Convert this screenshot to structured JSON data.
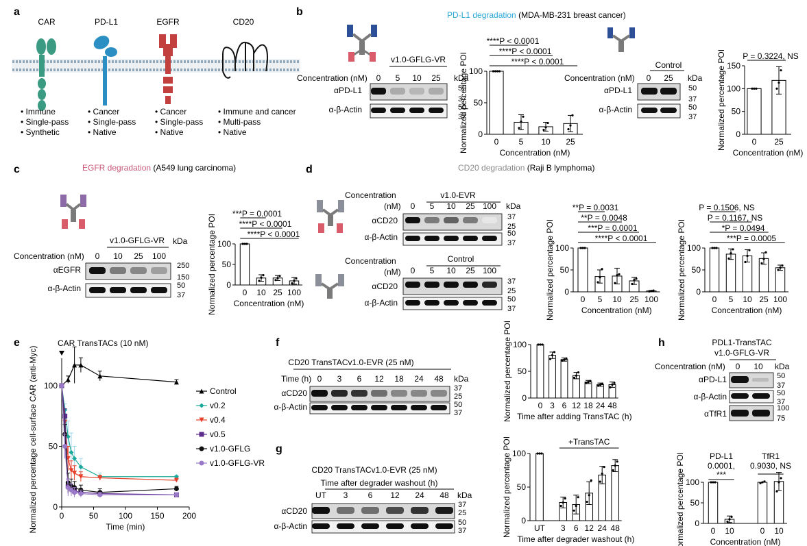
{
  "panels": {
    "a": {
      "letter": "a",
      "proteins": [
        {
          "name": "CAR",
          "props": [
            "Immune",
            "Single-pass",
            "Synthetic"
          ]
        },
        {
          "name": "PD-L1",
          "props": [
            "Cancer",
            "Single-pass",
            "Native"
          ]
        },
        {
          "name": "EGFR",
          "props": [
            "Cancer",
            "Single-pass",
            "Native"
          ]
        },
        {
          "name": "CD20",
          "props": [
            "Immune and cancer",
            "Multi-pass",
            "Native"
          ]
        }
      ]
    },
    "b": {
      "letter": "b",
      "title_colored": "PD-L1 degradation",
      "title_rest": "(MDA-MB-231 breast cancer)",
      "group": "v1.0-GFLG-VR",
      "conc_label": "Concentration (nM)",
      "kda": "kDa",
      "lanes": [
        "0",
        "5",
        "10",
        "25"
      ],
      "rows": [
        "αPD-L1",
        "α-β-Actin"
      ],
      "markers": [
        "50",
        "37",
        "50",
        "37"
      ],
      "control_group": "Control",
      "control_lanes": [
        "0",
        "25"
      ]
    },
    "c": {
      "letter": "c",
      "title_colored": "EGFR degradation",
      "title_rest": "(A549 lung carcinoma)",
      "group": "v1.0-GFLG-VR",
      "conc_label": "Concentration (nM)",
      "kda": "kDa",
      "lanes": [
        "0",
        "10",
        "25",
        "100"
      ],
      "rows": [
        "αEGFR",
        "α-β-Actin"
      ],
      "markers": [
        "250",
        "150",
        "50",
        "37"
      ]
    },
    "d": {
      "letter": "d",
      "title_colored": "CD20 degradation",
      "title_rest": "(Raji B lymphoma)",
      "conc_label1": "Concentration",
      "conc_label2": "(nM)",
      "group": "v1.0-EVR",
      "control_group": "Control",
      "kda": "kDa",
      "lanes": [
        "0",
        "5",
        "10",
        "25",
        "100"
      ],
      "rows": [
        "αCD20",
        "α-β-Actin"
      ],
      "markers": [
        "37",
        "25",
        "50",
        "37"
      ]
    },
    "e": {
      "letter": "e",
      "title": "CAR TransTACs (10 nM)"
    },
    "f": {
      "letter": "f",
      "header": "CD20 TransTACv1.0-EVR (25 nM)",
      "time_label": "Time (h)",
      "kda": "kDa",
      "lanes": [
        "0",
        "3",
        "6",
        "12",
        "18",
        "24",
        "48"
      ],
      "rows": [
        "αCD20",
        "α-β-Actin"
      ],
      "markers": [
        "37",
        "25",
        "50",
        "37"
      ]
    },
    "g": {
      "letter": "g",
      "header": "CD20 TransTACv1.0-EVR (25 nM)",
      "time_label": "Time after degrader washout (h)",
      "kda": "kDa",
      "lanes": [
        "UT",
        "3",
        "6",
        "12",
        "24",
        "48"
      ],
      "rows": [
        "αCD20",
        "α-β-Actin"
      ],
      "markers": [
        "37",
        "25",
        "50",
        "37"
      ]
    },
    "h": {
      "letter": "h",
      "header1": "PDL1-TransTAC",
      "header2": "v1.0-GFLG-VR",
      "conc_label": "Concentration (nM)",
      "kda": "kDa",
      "lanes": [
        "0",
        "10"
      ],
      "rows": [
        "αPD-L1",
        "α-β-Actin",
        "αTfR1"
      ],
      "markers": [
        "50",
        "37",
        "50",
        "37",
        "100",
        "75"
      ]
    }
  },
  "chart_data": [
    {
      "id": "b1",
      "type": "bar",
      "categories": [
        "0",
        "5",
        "10",
        "25"
      ],
      "values": [
        100,
        19,
        12,
        17
      ],
      "errors": [
        0,
        12,
        7,
        13
      ],
      "points": [
        [
          100,
          100,
          100,
          100
        ],
        [
          10,
          20,
          28
        ],
        [
          7,
          11,
          18
        ],
        [
          8,
          14,
          30
        ]
      ],
      "ylabel": "Normalized percentage POI",
      "xlabel": "Concentration (nM)",
      "ylim": [
        0,
        100
      ],
      "yticks": [
        0,
        50,
        100
      ],
      "annotations": [
        {
          "text": "****P < 0.0001",
          "from": 0,
          "to": 1
        },
        {
          "text": "****P < 0.0001",
          "from": 0,
          "to": 2
        },
        {
          "text": "****P < 0.0001",
          "from": 0,
          "to": 3
        }
      ]
    },
    {
      "id": "b2",
      "type": "bar",
      "categories": [
        "0",
        "25"
      ],
      "values": [
        100,
        118
      ],
      "errors": [
        0,
        30
      ],
      "points": [
        [
          100,
          100,
          100
        ],
        [
          100,
          113,
          140
        ]
      ],
      "ylabel": "Normalized percentage POI",
      "xlabel": "Concentration (nM)",
      "ylim": [
        0,
        150
      ],
      "yticks": [
        0,
        50,
        100,
        150
      ],
      "annotations": [
        {
          "text": "P = 0.3224, NS",
          "from": 0,
          "to": 1
        }
      ]
    },
    {
      "id": "c1",
      "type": "bar",
      "categories": [
        "0",
        "10",
        "25",
        "100"
      ],
      "values": [
        100,
        17,
        17,
        10
      ],
      "errors": [
        0,
        8,
        6,
        8
      ],
      "points": [
        [
          100,
          100,
          100
        ],
        [
          10,
          18,
          24
        ],
        [
          12,
          17,
          22
        ],
        [
          4,
          10,
          16
        ]
      ],
      "ylabel": "Normalized percentage POI",
      "xlabel": "Concentration (nM)",
      "ylim": [
        0,
        100
      ],
      "yticks": [
        0,
        50,
        100
      ],
      "annotations": [
        {
          "text": "***P = 0.0001",
          "from": 0,
          "to": 1
        },
        {
          "text": "****P < 0.0001",
          "from": 0,
          "to": 2
        },
        {
          "text": "****P < 0.0001",
          "from": 0,
          "to": 3
        }
      ]
    },
    {
      "id": "d1",
      "type": "bar",
      "categories": [
        "0",
        "5",
        "10",
        "25",
        "100"
      ],
      "values": [
        100,
        35,
        36,
        25,
        2
      ],
      "errors": [
        0,
        15,
        18,
        8,
        1
      ],
      "points": [
        [
          100,
          100,
          100
        ],
        [
          22,
          33,
          52
        ],
        [
          20,
          38,
          40
        ],
        [
          18,
          27,
          30
        ],
        [
          1,
          2,
          3
        ]
      ],
      "ylabel": "Normalized percentage POI",
      "xlabel": "Concentration (nM)",
      "ylim": [
        0,
        100
      ],
      "yticks": [
        0,
        50,
        100
      ],
      "annotations": [
        {
          "text": "**P = 0.0031",
          "from": 0,
          "to": 1
        },
        {
          "text": "**P = 0.0048",
          "from": 0,
          "to": 2
        },
        {
          "text": "***P = 0.0001",
          "from": 0,
          "to": 3
        },
        {
          "text": "****P < 0.0001",
          "from": 0,
          "to": 4
        }
      ]
    },
    {
      "id": "d2",
      "type": "bar",
      "categories": [
        "0",
        "5",
        "10",
        "25",
        "100"
      ],
      "values": [
        100,
        86,
        82,
        76,
        55
      ],
      "errors": [
        0,
        12,
        14,
        13,
        6
      ],
      "points": [
        [
          100,
          100,
          100
        ],
        [
          76,
          88,
          97
        ],
        [
          68,
          82,
          95
        ],
        [
          65,
          75,
          90
        ],
        [
          50,
          55,
          60
        ]
      ],
      "ylabel": "Normalized percentage POI",
      "xlabel": "Concentration (nM)",
      "ylim": [
        0,
        100
      ],
      "yticks": [
        0,
        50,
        100
      ],
      "annotations": [
        {
          "text": "P = 0.1506, NS",
          "from": 0,
          "to": 1
        },
        {
          "text": "P = 0.1167, NS",
          "from": 0,
          "to": 2
        },
        {
          "text": "*P = 0.0494",
          "from": 0,
          "to": 3
        },
        {
          "text": "***P = 0.0005",
          "from": 0,
          "to": 4
        }
      ]
    },
    {
      "id": "e",
      "type": "line",
      "xlabel": "Time (min)",
      "ylabel": "Normalized percentage cell-surface CAR (anti-Myc)",
      "xlim": [
        0,
        200
      ],
      "ylim": [
        0,
        100
      ],
      "xticks": [
        0,
        50,
        100,
        150,
        200
      ],
      "yticks": [
        0,
        50,
        100
      ],
      "series": [
        {
          "name": "Control",
          "color": "#000000",
          "marker": "triangle",
          "x": [
            0,
            10,
            20,
            30,
            60,
            180
          ],
          "y": [
            100,
            105,
            117,
            117,
            108,
            103
          ],
          "err": [
            0,
            3,
            15,
            6,
            4,
            2
          ]
        },
        {
          "name": "v0.2",
          "color": "#1aa89a",
          "marker": "diamond",
          "x": [
            0,
            5,
            10,
            15,
            20,
            30,
            60,
            180
          ],
          "y": [
            100,
            80,
            58,
            45,
            40,
            33,
            25,
            25
          ],
          "err": [
            0,
            5,
            13,
            16,
            10,
            7,
            3,
            1
          ]
        },
        {
          "name": "v0.4",
          "color": "#e8412c",
          "marker": "triangle-down",
          "x": [
            0,
            5,
            10,
            15,
            20,
            30,
            60,
            180
          ],
          "y": [
            100,
            70,
            40,
            30,
            28,
            25,
            24,
            22
          ],
          "err": [
            0,
            6,
            10,
            8,
            6,
            4,
            2,
            1
          ]
        },
        {
          "name": "v0.5",
          "color": "#5b2c8c",
          "marker": "square",
          "x": [
            0,
            5,
            10,
            15,
            20,
            30,
            60,
            180
          ],
          "y": [
            100,
            75,
            17,
            15,
            13,
            12,
            11,
            10
          ],
          "err": [
            0,
            6,
            6,
            4,
            3,
            3,
            2,
            1
          ]
        },
        {
          "name": "v1.0-GFLG",
          "color": "#111111",
          "marker": "circle",
          "x": [
            0,
            5,
            10,
            15,
            20,
            30,
            60,
            180
          ],
          "y": [
            100,
            60,
            20,
            17,
            16,
            14,
            12,
            15
          ],
          "err": [
            0,
            8,
            8,
            6,
            5,
            4,
            3,
            2
          ]
        },
        {
          "name": "v1.0-GFLG-VR",
          "color": "#9b79c9",
          "marker": "circle",
          "x": [
            0,
            5,
            10,
            15,
            20,
            30,
            60,
            180
          ],
          "y": [
            100,
            50,
            16,
            14,
            12,
            11,
            10,
            10
          ],
          "err": [
            0,
            10,
            7,
            5,
            4,
            3,
            2,
            1
          ]
        }
      ]
    },
    {
      "id": "f",
      "type": "bar",
      "categories": [
        "0",
        "3",
        "6",
        "12",
        "18",
        "24",
        "48"
      ],
      "values": [
        100,
        80,
        72,
        42,
        30,
        25,
        25
      ],
      "errors": [
        0,
        6,
        3,
        6,
        3,
        3,
        5
      ],
      "points": [
        [
          100,
          100,
          100
        ],
        [
          73,
          80,
          86
        ],
        [
          70,
          72,
          74
        ],
        [
          38,
          42,
          48
        ],
        [
          28,
          30,
          32
        ],
        [
          23,
          25,
          27
        ],
        [
          20,
          25,
          28
        ]
      ],
      "ylabel": "Normalized percentage POI",
      "xlabel": "Time after adding TransTAC (h)",
      "ylim": [
        0,
        100
      ],
      "yticks": [
        0,
        50,
        100
      ]
    },
    {
      "id": "g",
      "type": "bar",
      "categories": [
        "UT",
        "3",
        "6",
        "12",
        "24",
        "48"
      ],
      "values": [
        100,
        27,
        24,
        41,
        68,
        82
      ],
      "errors": [
        0,
        8,
        14,
        17,
        13,
        9
      ],
      "points": [
        [
          100,
          100,
          100
        ],
        [
          22,
          27,
          33
        ],
        [
          15,
          22,
          35
        ],
        [
          28,
          38,
          60
        ],
        [
          58,
          70,
          80
        ],
        [
          75,
          82,
          88
        ]
      ],
      "ylabel": "Normalized percentage POI",
      "xlabel": "Time after degrader washout (h)",
      "ylim": [
        0,
        100
      ],
      "yticks": [
        0,
        50,
        100
      ],
      "bracket_label": "+TransTAC"
    },
    {
      "id": "h",
      "type": "bar",
      "categories": [
        "0",
        "10",
        "0",
        "10"
      ],
      "values": [
        100,
        10,
        100,
        102
      ],
      "errors": [
        0,
        8,
        0,
        22
      ],
      "points": [
        [
          100,
          100,
          100
        ],
        [
          4,
          10,
          16
        ],
        [
          98,
          100,
          102
        ],
        [
          78,
          100,
          110
        ]
      ],
      "ylabel": "Normalized percentage POI",
      "xlabel": "Concentration (nM)",
      "ylim": [
        0,
        100
      ],
      "yticks": [
        0,
        50,
        100
      ],
      "annotations": [
        {
          "text1": "PD-L1",
          "text2": "0.0001,",
          "text3": "***"
        },
        {
          "text1": "TfR1",
          "text2": "0.9030, NS"
        }
      ]
    }
  ]
}
